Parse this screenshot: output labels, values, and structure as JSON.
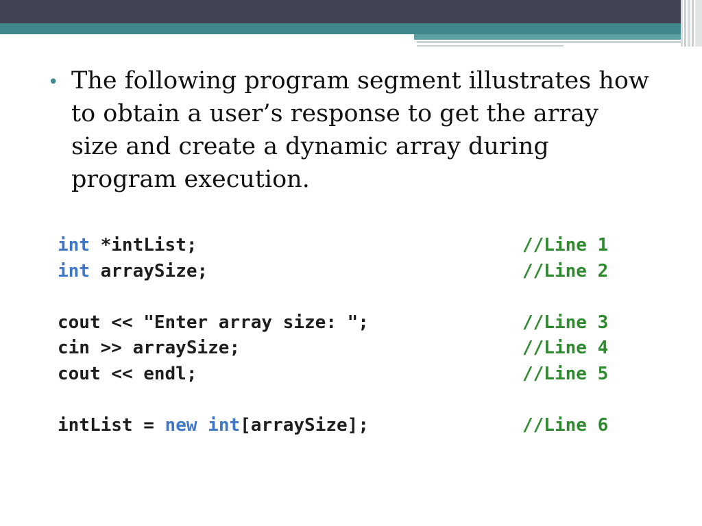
{
  "slide": {
    "bullet_symbol": "•",
    "bullet_text": "The following program segment illustrates how to obtain a user’s response to get the array size and create a dynamic array during program execution."
  },
  "colors": {
    "header_dark": "#414355",
    "header_teal": "#3f878a",
    "keyword_blue": "#3f77c7",
    "comment_green": "#2f8a2f"
  },
  "code": {
    "line1": {
      "kw": "int",
      "rest": " *intList;",
      "comment": "//Line 1"
    },
    "line2": {
      "kw": "int",
      "rest": " arraySize;",
      "comment": "//Line 2"
    },
    "line3": {
      "text": "cout << \"Enter array size: \";",
      "comment": "//Line 3"
    },
    "line4": {
      "text": "cin >> arraySize;",
      "comment": "//Line 4"
    },
    "line5": {
      "text": "cout << endl;",
      "comment": "//Line 5"
    },
    "line6": {
      "pre": "intList = ",
      "kw1": "new",
      "sp": " ",
      "kw2": "int",
      "post": "[arraySize];",
      "comment": "//Line 6"
    }
  }
}
